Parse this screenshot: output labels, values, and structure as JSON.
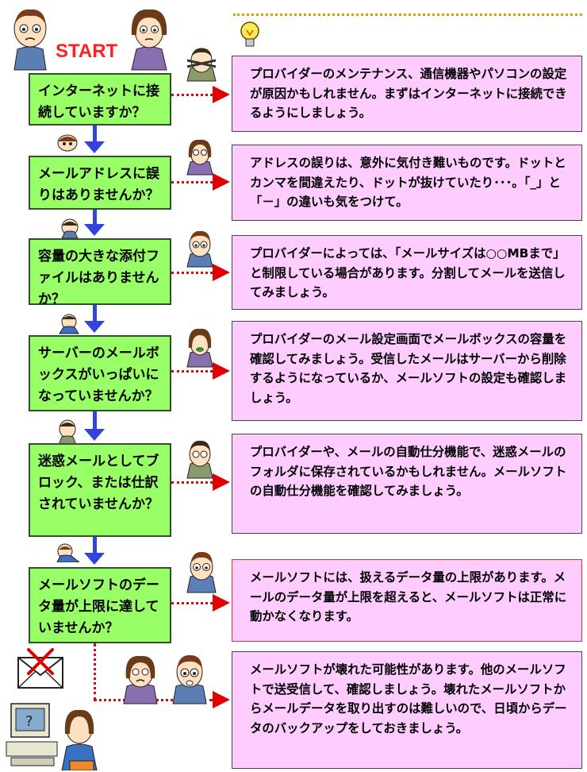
{
  "start_label": "START",
  "steps": [
    {
      "question": "インターネットに接続していますか？",
      "answer": "プロバイダーのメンテナンス、通信機器やパソコンの設定が原因かもしれません。まずはインターネットに接続できるようにしましょう。"
    },
    {
      "question": "メールアドレスに誤りはありませんか？",
      "answer": "アドレスの誤りは、意外に気付き難いものです。ドットとカンマを間違えたり、ドットが抜けていたり･･･。「_」と「－」の違いも気をつけて。"
    },
    {
      "question": "容量の大きな添付ファイルはありませんか？",
      "answer": "プロバイダーによっては、「メールサイズは○○MBまで」と制限している場合があります。分割してメールを送信してみましょう。"
    },
    {
      "question": "サーバーのメールボックスがいっぱいになっていませんか？",
      "answer": "プロバイダーのメール設定画面でメールボックスの容量を確認してみましょう。受信したメールはサーバーから削除するようになっているか、メールソフトの設定も確認しましょう。"
    },
    {
      "question": "迷惑メールとしてブロック、または仕訳されていませんか？",
      "answer": "プロバイダーや、メールの自動仕分機能で、迷惑メールのフォルダに保存されているかもしれません。メールソフトの自動仕分機能を確認してみましょう。"
    },
    {
      "question": "メールソフトのデータ量が上限に達していませんか？",
      "answer": "メールソフトには、扱えるデータ量の上限があります。メールのデータ量が上限を超えると、メールソフトは正常に動かなくなります。"
    }
  ],
  "final_answer": "メールソフトが壊れた可能性があります。他のメールソフトで送受信して、確認しましょう。壊れたメールソフトからメールデータを取り出すのは難しいので、日頃からデータのバックアップをしておきましょう。",
  "icons": [
    "lightbulb-icon",
    "envelope-x-icon",
    "computer-user-icon",
    "character-icon"
  ],
  "colors": {
    "question_bg": "#99ff66",
    "answer_bg": "#ffccff",
    "arrow_blue": "#3344dd",
    "connector_red": "#e00000",
    "start_red": "#ff2020"
  }
}
